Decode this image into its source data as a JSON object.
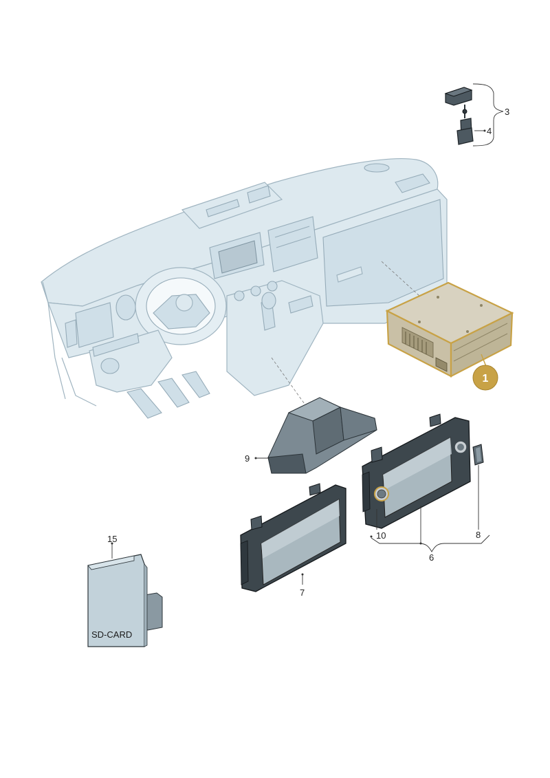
{
  "callouts": {
    "c1": "1",
    "c3": "3",
    "c4": "4",
    "c6": "6",
    "c7": "7",
    "c8": "8",
    "c9": "9",
    "c10": "10",
    "c15": "15"
  },
  "sd_card_label": "SD-CARD",
  "colors": {
    "highlight": "#c8a246",
    "outline": "#9fb4c0",
    "fill": "#dde9ef",
    "dark_part": "#4d5961"
  }
}
